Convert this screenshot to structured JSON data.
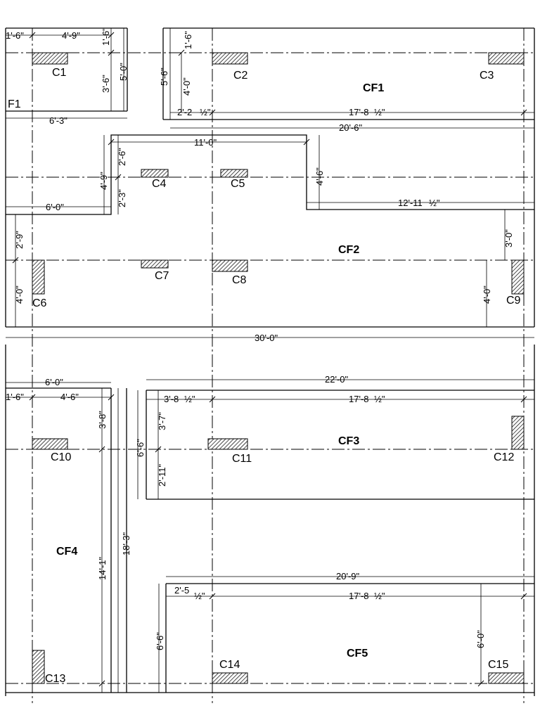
{
  "footings": {
    "f1": "F1",
    "cf1": "CF1",
    "cf2": "CF2",
    "cf3": "CF3",
    "cf4": "CF4",
    "cf5": "CF5"
  },
  "columns": {
    "c1": "C1",
    "c2": "C2",
    "c3": "C3",
    "c4": "C4",
    "c5": "C5",
    "c6": "C6",
    "c7": "C7",
    "c8": "C8",
    "c9": "C9",
    "c10": "C10",
    "c11": "C11",
    "c12": "C12",
    "c13": "C13",
    "c14": "C14",
    "c15": "C15"
  },
  "dimensions": {
    "f1_left_offset": "1'-6\"",
    "f1_right_width": "4'-9\"",
    "f1_top_offset": "1'-6\"",
    "f1_lower_depth": "3'-6\"",
    "f1_total_depth": "5'-0\"",
    "f1_width": "6'-3\"",
    "cf1_top_offset": "1'-6\"",
    "cf1_left_depth": "5'-6\"",
    "cf1_lower_depth": "4'-0\"",
    "cf1_left_part": "2'-2",
    "cf1_left_part_frac": "½\"",
    "cf1_span": "17'-8",
    "cf1_span_frac": "½\"",
    "cf1_width": "20'-6\"",
    "cf2_notch_width": "11'-0\"",
    "cf2_upper": "2'-6\"",
    "cf2_lower": "2'-3\"",
    "cf2_depth": "4'-9\"",
    "cf2_step": "4'-6\"",
    "cf2_left_width": "6'-0\"",
    "cf2_right_width": "12'-11",
    "cf2_right_width_frac": "½\"",
    "cf2_left_gap": "2'-9\"",
    "cf2_right_gap": "3'-0\"",
    "cf2_left_lower": "4'-0\"",
    "cf2_right_lower": "4'-0\"",
    "overall_width": "30'-0\"",
    "cf4_width": "6'-0\"",
    "cf4_left_offset": "1'-6\"",
    "cf4_right_part": "4'-6\"",
    "cf4_upper": "3'-8\"",
    "cf4_span": "14'-1\"",
    "cf4_total": "18'-3\"",
    "cf3_width": "22'-0\"",
    "cf3_left_part": "3'-8",
    "cf3_left_part_frac": "½\"",
    "cf3_span": "17'-8",
    "cf3_span_frac": "½\"",
    "cf3_upper": "3'-7\"",
    "cf3_lower": "2'-11\"",
    "cf3_depth": "6'-6\"",
    "cf5_width": "20'-9\"",
    "cf5_left_part": "2'-5",
    "cf5_left_part_frac": "½\"",
    "cf5_span": "17'-8",
    "cf5_span_frac": "½\"",
    "cf5_left_depth": "6'-6\"",
    "cf5_right_depth": "6'-0\""
  }
}
